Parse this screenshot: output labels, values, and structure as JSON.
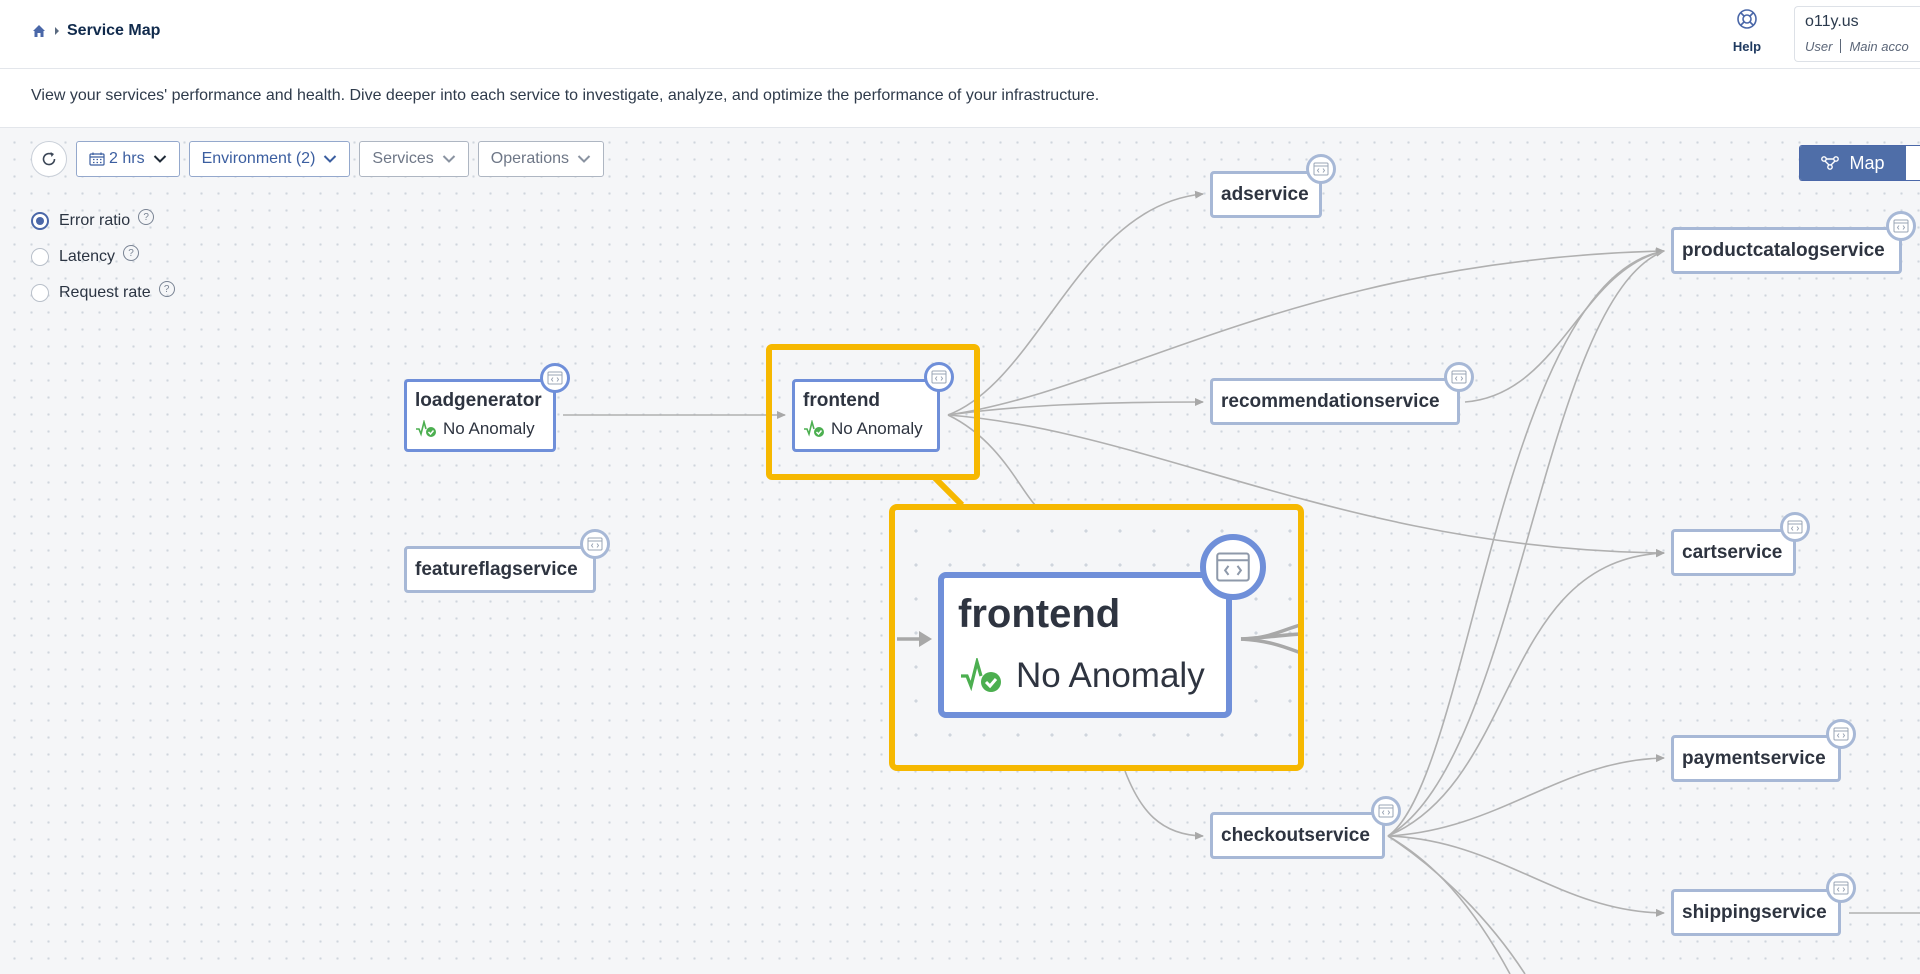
{
  "header": {
    "breadcrumb_title": "Service Map",
    "help_label": "Help",
    "account": {
      "org": "o11y.us",
      "role": "User",
      "account_name": "Main acco"
    }
  },
  "description": "View your services' performance and health. Dive deeper into each service to investigate, analyze, and optimize the performance of your infrastructure.",
  "toolbar": {
    "time_range": "2 hrs",
    "environment": "Environment (2)",
    "services": "Services",
    "operations": "Operations"
  },
  "metric_options": [
    {
      "label": "Error ratio",
      "selected": true
    },
    {
      "label": "Latency",
      "selected": false
    },
    {
      "label": "Request rate",
      "selected": false
    }
  ],
  "view_toggle": {
    "map_label": "Map"
  },
  "services": {
    "loadgenerator": {
      "name": "loadgenerator",
      "status": "No Anomaly"
    },
    "frontend": {
      "name": "frontend",
      "status": "No Anomaly"
    },
    "featureflagservice": {
      "name": "featureflagservice"
    },
    "adservice": {
      "name": "adservice"
    },
    "recommendationservice": {
      "name": "recommendationservice"
    },
    "productcatalogservice": {
      "name": "productcatalogservice"
    },
    "cartservice": {
      "name": "cartservice"
    },
    "paymentservice": {
      "name": "paymentservice"
    },
    "checkoutservice": {
      "name": "checkoutservice"
    },
    "shippingservice": {
      "name": "shippingservice"
    }
  },
  "zoom_callout": {
    "name": "frontend",
    "status": "No Anomaly"
  },
  "colors": {
    "highlight": "#f6b800",
    "node_border": "#a7b8d6",
    "node_border_active": "#6f8fd9",
    "status_ok": "#4caf50",
    "accent": "#4f6ea8"
  }
}
